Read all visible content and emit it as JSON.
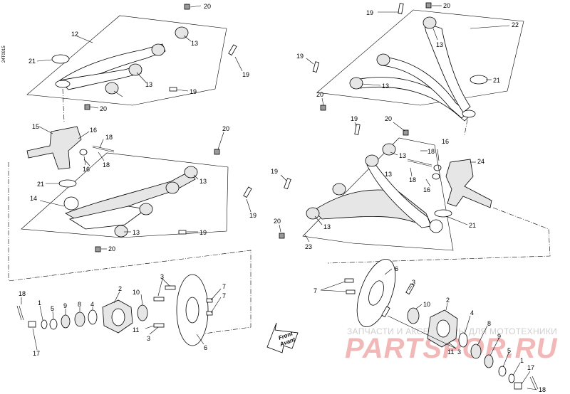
{
  "drawing_code": "24T0915",
  "watermark": {
    "line1": "ЗАПЧАСТИ И АКСЕССУАРЫ ДЛЯ МОТОТЕХНИКИ",
    "line2": "PARTSPOR.RU"
  },
  "direction_marker": {
    "line1": "Front",
    "line2": "Avant"
  },
  "labels": {
    "l_20a": "20",
    "l_12": "12",
    "l_13a": "13",
    "l_21a": "21",
    "l_19a": "19",
    "l_13b": "13",
    "l_19b": "19",
    "l_20b": "20",
    "l_15": "15",
    "l_16a": "16",
    "l_18a": "18",
    "l_18b": "18",
    "l_16b": "16",
    "l_20c": "20",
    "l_13c": "13",
    "l_21b": "21",
    "l_14": "14",
    "l_13d": "13",
    "l_19c": "19",
    "l_19d": "19",
    "l_20d": "20",
    "l_13e": "13",
    "l_19e": "19",
    "l_20e": "20",
    "l_22": "22",
    "l_13f": "13",
    "l_19f": "19",
    "l_13g": "13",
    "l_21c": "21",
    "l_20f": "20",
    "l_19g": "19",
    "l_20g": "20",
    "l_13h": "13",
    "l_18c": "18",
    "l_16c": "16",
    "l_24": "24",
    "l_19h": "19",
    "l_13i": "13",
    "l_18d": "18",
    "l_16d": "16",
    "l_20h": "20",
    "l_13j": "13",
    "l_21d": "21",
    "l_23": "23",
    "l_18e": "18",
    "l_1a": "1",
    "l_5a": "5",
    "l_9a": "9",
    "l_8a": "8",
    "l_4a": "4",
    "l_2a": "2",
    "l_3a": "3",
    "l_10a": "10",
    "l_7a": "7",
    "l_7b": "7",
    "l_17a": "17",
    "l_11a": "11",
    "l_3b": "3",
    "l_6a": "6",
    "l_6b": "6",
    "l_7c": "7",
    "l_3c": "3",
    "l_10b": "10",
    "l_2b": "2",
    "l_4b": "4",
    "l_8b": "8",
    "l_11b": "11",
    "l_3d": "3",
    "l_9b": "9",
    "l_5b": "5",
    "l_1b": "1",
    "l_17b": "17",
    "l_18f": "18"
  }
}
